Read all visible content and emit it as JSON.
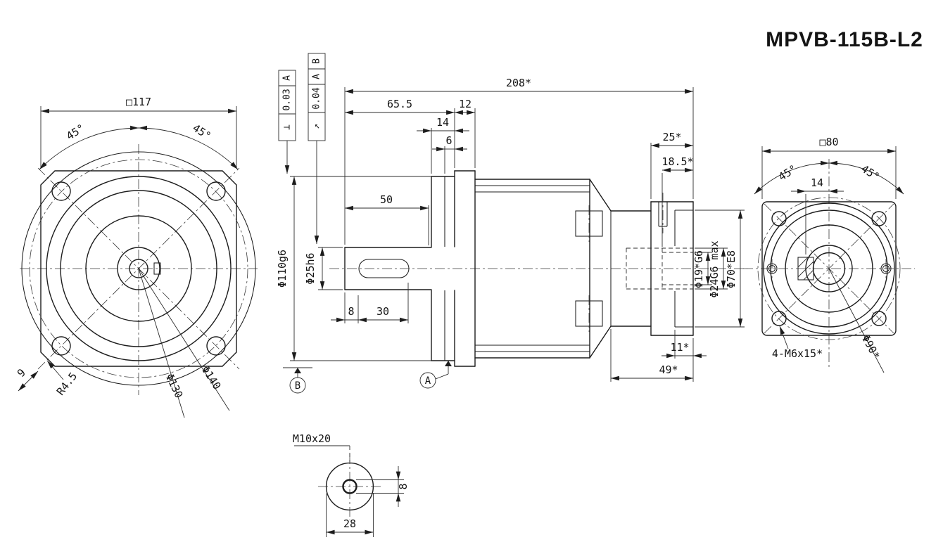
{
  "title": {
    "label": "MPVB-115B-L2",
    "color": "#a9ab33"
  },
  "front_view": {
    "dim_square": "□117",
    "angle_left": "45°",
    "angle_right": "45°",
    "dim_chamfer": "9",
    "dim_corner_radius": "R4.5",
    "dim_bolt_circle": "Φ130",
    "dim_outer": "Φ140"
  },
  "tolerance_frames": {
    "perpendicularity": {
      "symbol": "⊥",
      "value": "0.03",
      "datum": "A"
    },
    "runout": {
      "symbol": "↗",
      "value": "0.04",
      "datum_primary": "A",
      "datum_secondary": "B"
    }
  },
  "side_view": {
    "dim_total_length": "208*",
    "dim_shaft_to_flange": "65.5",
    "dim_flange_thickness": "12",
    "dim_pilot_length": "14",
    "dim_step": "6",
    "dim_shaft_length": "50",
    "dim_key_offset": "8",
    "dim_key_length": "30",
    "dim_adapter": "25*",
    "dim_bore_depth": "18.5*",
    "dim_recess_depth": "11*",
    "dim_rear_length": "49*",
    "dim_pilot_dia": "Φ110g6",
    "dim_shaft_dia": "Φ25h6",
    "dim_input_bore": "Φ19*G6",
    "dim_input_bore_max": "Φ24G6 max",
    "dim_spigot": "Φ70*E8",
    "datum_a": "A",
    "datum_b": "B"
  },
  "rear_view": {
    "dim_square": "□80",
    "angle_left": "45°",
    "angle_right": "45°",
    "dim_keyway": "14",
    "dim_bolt_holes": "4-M6x15*",
    "dim_bolt_circle": "Φ90*"
  },
  "detail_view": {
    "dim_thread": "M10x20",
    "dim_key_width": "8",
    "dim_shaft_width": "28"
  }
}
